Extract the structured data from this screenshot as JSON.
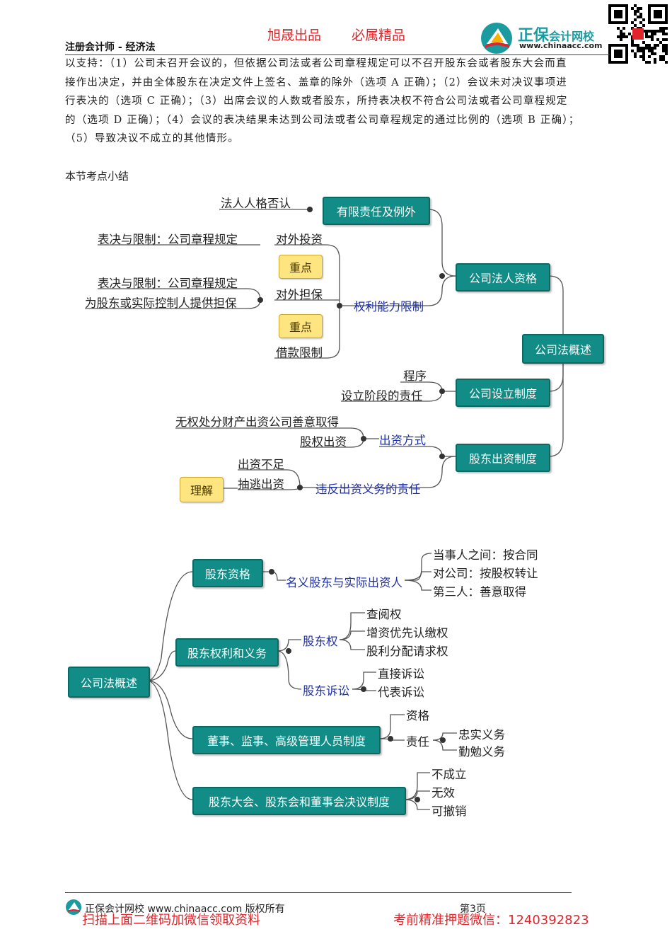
{
  "header": {
    "stamp_left": "旭晟出品",
    "stamp_right": "必属精品",
    "subject": "注册会计师 - 经济法",
    "logo_name": "正保",
    "logo_sub": "会计网校",
    "logo_url": "www.chinaacc.com",
    "colors": {
      "brand": "#1b9aa0",
      "stamp": "#e0262b"
    }
  },
  "body": {
    "lines": [
      "以支持：（1）公司未召开会议的，但依据公司法或者公司章程规定可以不召开股东会或者股东大会而直",
      "接作出决定，并由全体股东在决定文件上签名、盖章的除外（选项 A 正确）；（2）会议未对决议事项进",
      "行表决的（选项 C 正确）；（3）出席会议的人数或者股东，所持表决权不符合公司法或者公司章程规定",
      "的（选项 D 正确）；（4）会议的表决结果未达到公司法或者公司章程规定的通过比例的（选项 B 正确）；",
      "（5）导致决议不成立的其他情形。"
    ],
    "section_title": "本节考点小结"
  },
  "map1": {
    "root": "公司法概述",
    "b1": "公司法人资格",
    "b1_1": "有限责任及例外",
    "b1_1_1": "法人人格否认",
    "b1_2": "权利能力限制",
    "b1_2_1": "对外投资",
    "b1_2_1_1": "表决与限制：公司章程规定",
    "b1_2_2": "对外担保",
    "b1_2_2_1": "表决与限制：公司章程规定",
    "b1_2_2_2": "为股东或实际控制人提供担保",
    "b1_2_3": "借款限制",
    "tag_key": "重点",
    "b2": "公司设立制度",
    "b2_1": "程序",
    "b2_2": "设立阶段的责任",
    "b3": "股东出资制度",
    "b3_1": "出资方式",
    "b3_1_1": "无权处分财产出资公司善意取得",
    "b3_1_2": "股权出资",
    "b3_2": "违反出资义务的责任",
    "b3_2_1": "出资不足",
    "b3_2_2": "抽逃出资",
    "tag_understand": "理解"
  },
  "map2": {
    "root": "公司法概述",
    "b1": "股东资格",
    "b1_1": "名义股东与实际出资人",
    "b1_1_1": "当事人之间：按合同",
    "b1_1_2": "对公司：按股权转让",
    "b1_1_3": "第三人：善意取得",
    "b2": "股东权利和义务",
    "b2_1": "股东权",
    "b2_1_1": "查阅权",
    "b2_1_2": "增资优先认缴权",
    "b2_1_3": "股利分配请求权",
    "b2_2": "股东诉讼",
    "b2_2_1": "直接诉讼",
    "b2_2_2": "代表诉讼",
    "b3": "董事、监事、高级管理人员制度",
    "b3_1": "资格",
    "b3_2": "责任",
    "b3_2_1": "忠实义务",
    "b3_2_2": "勤勉义务",
    "b4": "股东大会、股东会和董事会决议制度",
    "b4_1": "不成立",
    "b4_2": "无效",
    "b4_3": "可撤销"
  },
  "footer": {
    "copyright": "正保会计网校 www.chinaacc.com 版权所有",
    "page": "第3页",
    "promo_left": "扫描上面二维码加微信领取资料",
    "promo_right": "考前精准押题微信：1240392823"
  }
}
